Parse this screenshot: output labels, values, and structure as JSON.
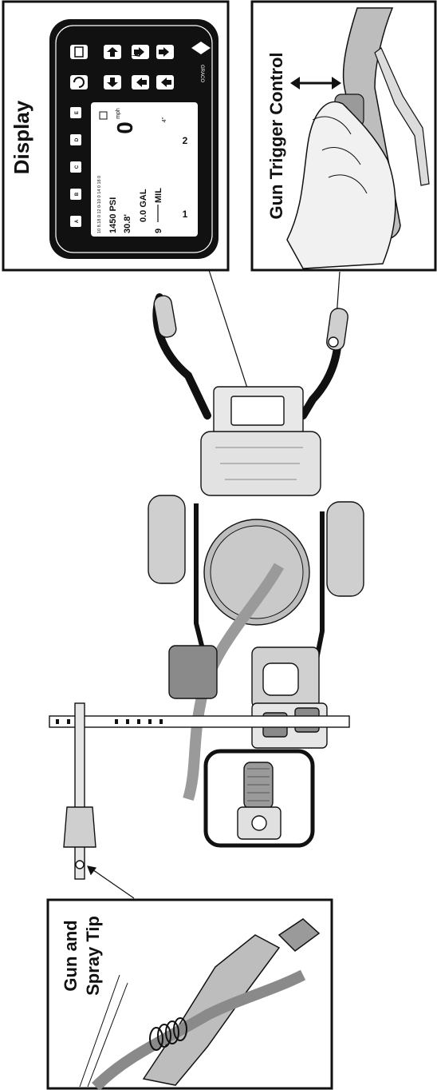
{
  "callouts": {
    "display": {
      "title": "Display"
    },
    "gun_trigger": {
      "title": "Gun Trigger Control"
    },
    "gun_tip": {
      "title_line1": "Gun and",
      "title_line2": "Spray Tip"
    }
  },
  "display_panel": {
    "buttons": [
      "A",
      "B",
      "C",
      "D",
      "E"
    ],
    "lines": {
      "pressure": "1450 PSI",
      "distance": "30.8'",
      "gallons": "0.0 GAL",
      "mil_value": "9",
      "mil_unit": "MIL",
      "speed": "0",
      "speed_unit": "mph",
      "line_width": "4\""
    },
    "scale_text": "10 8.18 0  12 0-10 0  14 0 18 0",
    "badges": [
      "1",
      "2"
    ],
    "brand": "GRACO"
  },
  "colors": {
    "stroke": "#111111",
    "panel": "#111111",
    "machine_fill": "#cfcfcf",
    "machine_dark": "#8a8a8a",
    "background": "#ffffff"
  }
}
